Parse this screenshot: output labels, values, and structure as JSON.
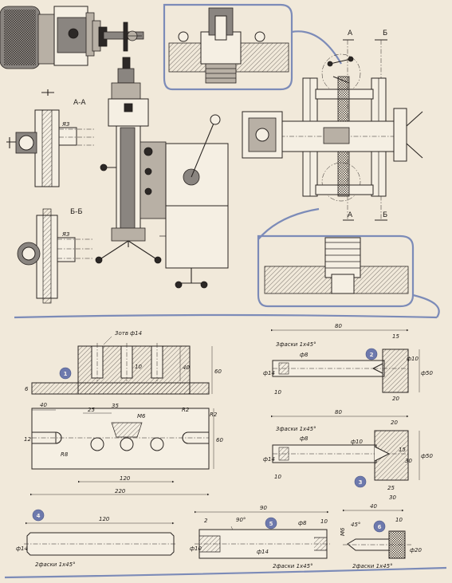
{
  "sections": {
    "a_a": "А-А",
    "b_b": "Б-Б",
    "arrow_a": "А",
    "arrow_b": "Б"
  },
  "parts": [
    {
      "number": "1"
    },
    {
      "number": "2"
    },
    {
      "number": "3"
    },
    {
      "number": "4"
    },
    {
      "number": "5"
    },
    {
      "number": "6"
    }
  ],
  "part1": {
    "holes_note": "3отв ф14",
    "dims": {
      "d40_top": "40",
      "d10": "10",
      "d60": "60",
      "d6": "6",
      "d40_left": "40",
      "d25": "25",
      "d35": "35",
      "m6": "M6",
      "r2a": "R2",
      "r2b": "R2",
      "d12": "12",
      "r8": "R8",
      "d60b": "60",
      "d120": "120",
      "d220": "220"
    }
  },
  "part2": {
    "chamfer_note": "3фаски 1х45°",
    "dims": {
      "d80": "80",
      "d15": "15",
      "d8": "ф8",
      "d14": "ф14",
      "d10": "ф10",
      "d50": "ф50",
      "d10b": "10",
      "d20": "20"
    }
  },
  "part3": {
    "chamfer_note": "3фаски 1х45°",
    "dims": {
      "d80": "80",
      "d20": "20",
      "d8": "ф8",
      "d14": "ф14",
      "d10": "ф10",
      "d15": "15",
      "d50": "ф50",
      "d10b": "10",
      "d25": "25",
      "d30": "30",
      "d30b": "30"
    }
  },
  "part4": {
    "chamfer_note": "2фаски 1х45°",
    "dims": {
      "d120": "120",
      "d14": "ф14"
    }
  },
  "part5": {
    "chamfer_note": "2фаски 1х45°",
    "dims": {
      "d90": "90",
      "d2": "2",
      "a90": "90°",
      "d8": "ф8",
      "d10": "10",
      "d10b": "ф10",
      "d14": "ф14"
    }
  },
  "part6": {
    "chamfer_note": "2фаски 1х45°",
    "dims": {
      "d40": "40",
      "d10": "10",
      "a45": "45°",
      "m6": "M6",
      "d20": "ф20"
    }
  }
}
